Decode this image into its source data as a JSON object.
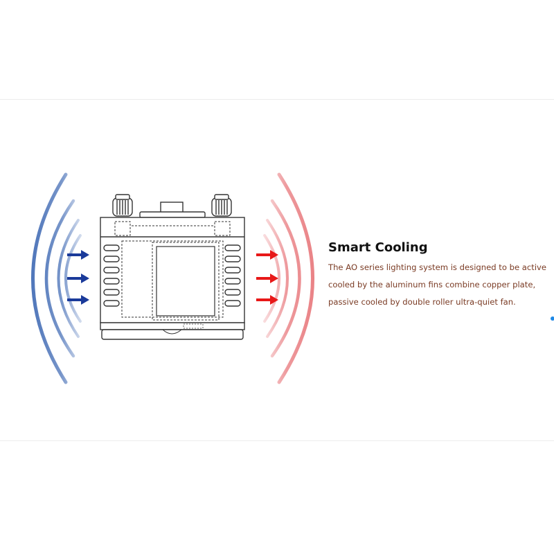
{
  "feature": {
    "title": "Smart Cooling",
    "description_lines": [
      "The AO series lighting system is designed to be active",
      "cooled by the aluminum fins combine copper plate,",
      "passive cooled by double roller ultra-quiet fan."
    ]
  },
  "colors": {
    "intake_waves": "#4a72b8",
    "intake_arrows": "#1a3a9a",
    "exhaust_waves": "#e8787c",
    "exhaust_arrows": "#e81818",
    "title_text": "#111111",
    "body_text": "#7a3b24",
    "pager_dot": "#1e88e5"
  },
  "icons": {
    "left_waves": "airflow-intake-waves",
    "right_waves": "airflow-exhaust-waves",
    "device": "cooling-unit-line-drawing"
  }
}
